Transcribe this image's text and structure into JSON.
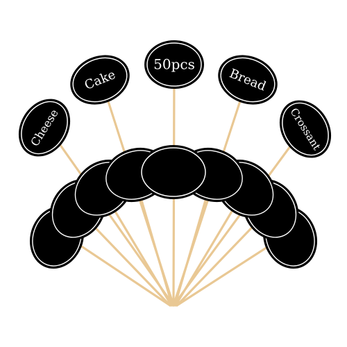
{
  "product": {
    "labels": [
      {
        "text": "Cheese"
      },
      {
        "text": "Cake"
      },
      {
        "text": "50pcs"
      },
      {
        "text": "Bread"
      },
      {
        "text": "Crossant"
      }
    ]
  },
  "colors": {
    "background": "#ffffff",
    "tag": "#000000",
    "tag_border": "#ffffff",
    "stick": "#e9c894",
    "stick_edge": "#c99a5f",
    "label_text": "#ffffff"
  }
}
